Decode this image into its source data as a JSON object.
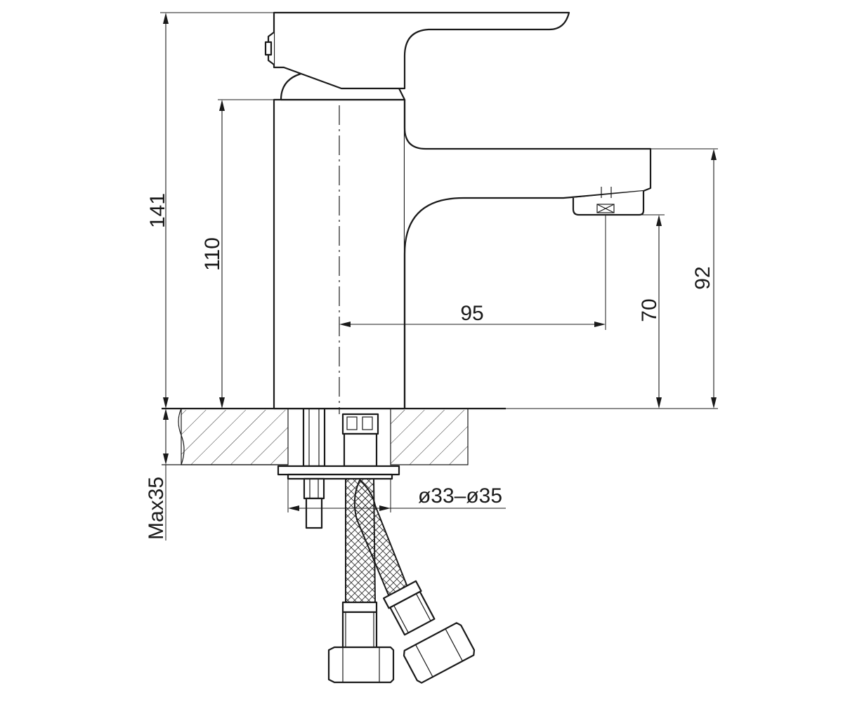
{
  "diagram": {
    "dimensions": {
      "total_height": "141",
      "body_height": "110",
      "spout_reach": "95",
      "spout_top_height": "92",
      "outlet_height": "70",
      "max_counter_thickness": "Max35",
      "mounting_hole": "ø33–ø35"
    },
    "colors": {
      "line": "#1a1a1a",
      "background": "#ffffff"
    }
  }
}
